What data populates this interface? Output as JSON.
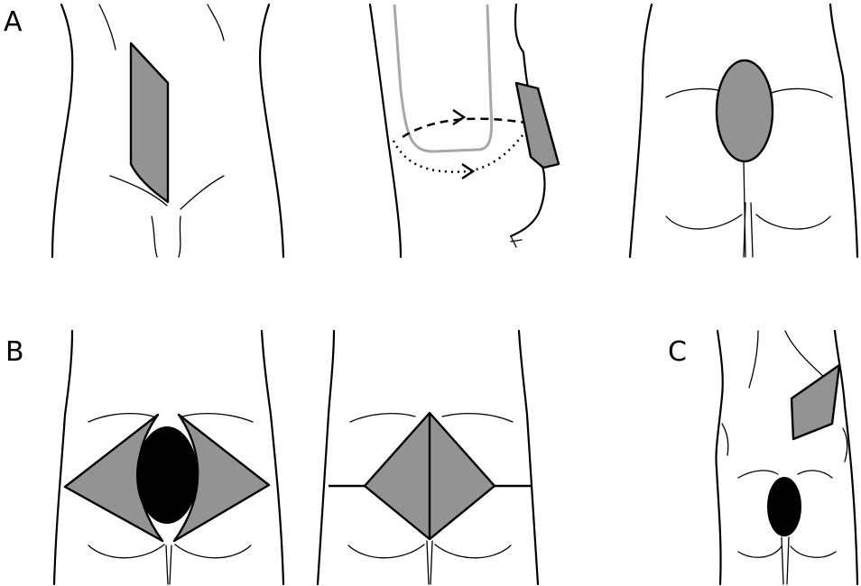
{
  "labels": {
    "panel_a": "A",
    "panel_b": "B",
    "panel_c": "C"
  },
  "colors": {
    "flap_fill": "#939393",
    "defect_fill": "#000000",
    "outline": "#000000",
    "gray_outline": "#a8a8a8",
    "background": "#ffffff"
  }
}
